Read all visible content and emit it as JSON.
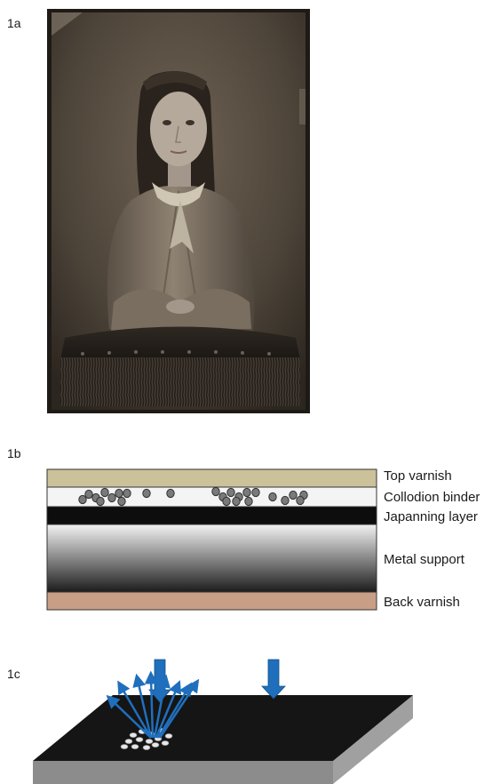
{
  "panels": {
    "a": {
      "label": "1a"
    },
    "b": {
      "label": "1b",
      "layers": [
        {
          "name": "Top varnish",
          "color": "#cbc19a"
        },
        {
          "name": "Collodion binder",
          "color": "#f4f4f4"
        },
        {
          "name": "Japanning layer",
          "color": "#0d0d0d"
        },
        {
          "name": "Metal support",
          "color": "#9a9a9a"
        },
        {
          "name": "Back varnish",
          "color": "#c99e86"
        }
      ]
    },
    "c": {
      "label": "1c"
    }
  },
  "colors": {
    "arrow": "#1f6fbd",
    "particle": "#7a7a7a",
    "plate_top": "#151515",
    "plate_side": "#8c8c8c"
  }
}
